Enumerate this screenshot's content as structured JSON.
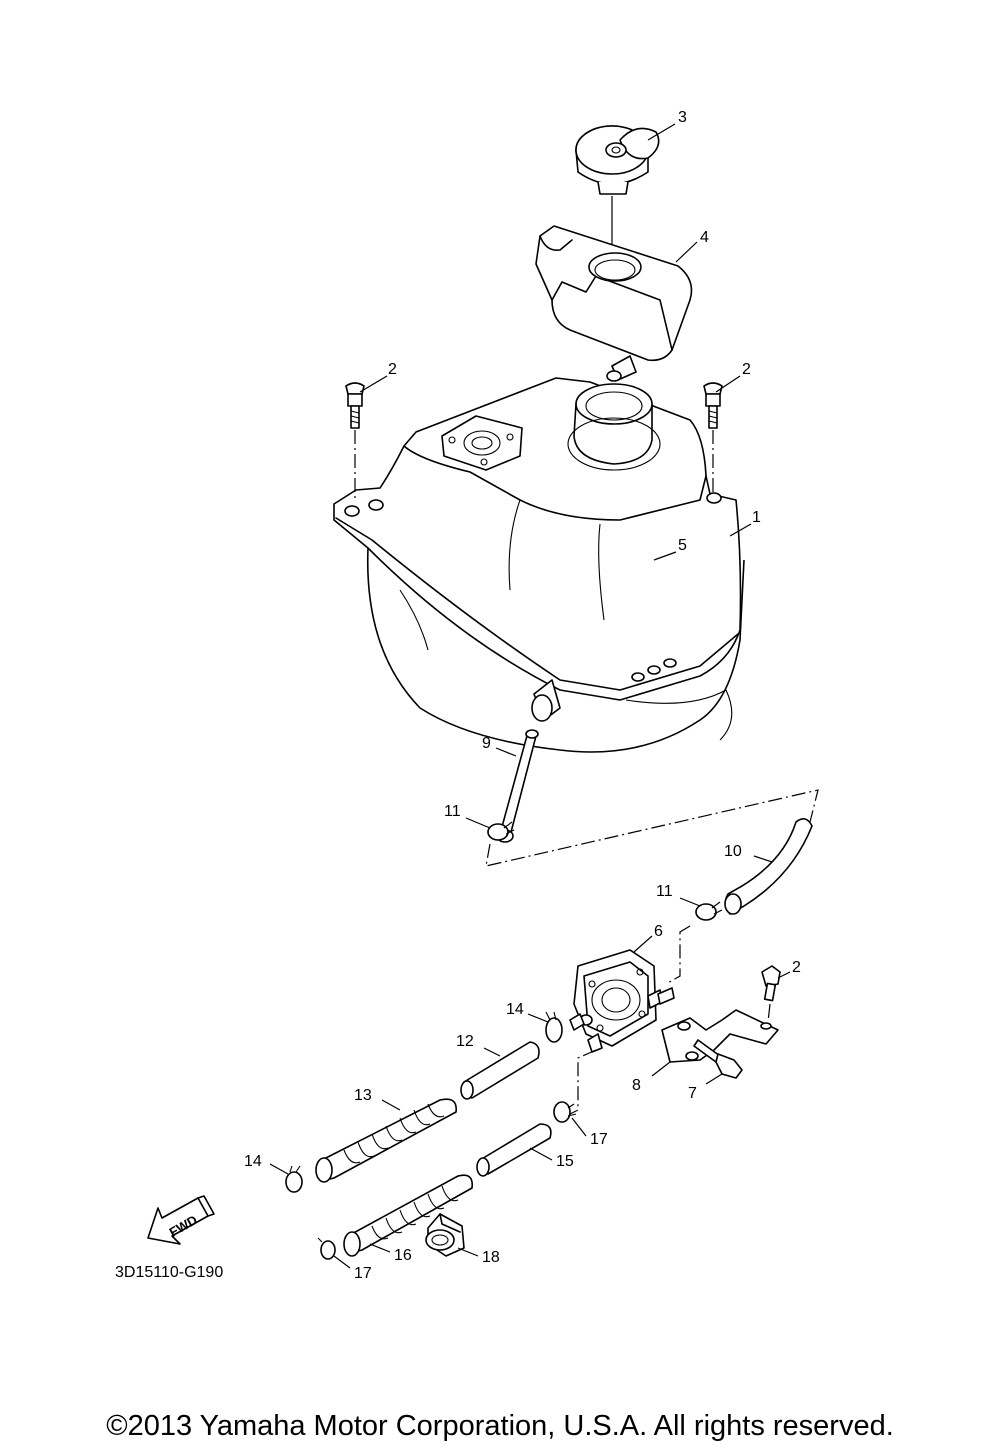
{
  "diagram": {
    "code": "3D15110-G190",
    "fwd_label": "FWD",
    "callouts": [
      {
        "id": "c1",
        "text": "1"
      },
      {
        "id": "c2a",
        "text": "2"
      },
      {
        "id": "c2b",
        "text": "2"
      },
      {
        "id": "c2c",
        "text": "2"
      },
      {
        "id": "c3",
        "text": "3"
      },
      {
        "id": "c4",
        "text": "4"
      },
      {
        "id": "c5",
        "text": "5"
      },
      {
        "id": "c6",
        "text": "6"
      },
      {
        "id": "c7",
        "text": "7"
      },
      {
        "id": "c8",
        "text": "8"
      },
      {
        "id": "c9",
        "text": "9"
      },
      {
        "id": "c10",
        "text": "10"
      },
      {
        "id": "c11a",
        "text": "11"
      },
      {
        "id": "c11b",
        "text": "11"
      },
      {
        "id": "c12",
        "text": "12"
      },
      {
        "id": "c13",
        "text": "13"
      },
      {
        "id": "c14a",
        "text": "14"
      },
      {
        "id": "c14b",
        "text": "14"
      },
      {
        "id": "c15",
        "text": "15"
      },
      {
        "id": "c16",
        "text": "16"
      },
      {
        "id": "c17a",
        "text": "17"
      },
      {
        "id": "c17b",
        "text": "17"
      },
      {
        "id": "c18",
        "text": "18"
      }
    ]
  },
  "footer": {
    "copyright": "©2013 Yamaha Motor Corporation, U.S.A. All rights reserved."
  }
}
